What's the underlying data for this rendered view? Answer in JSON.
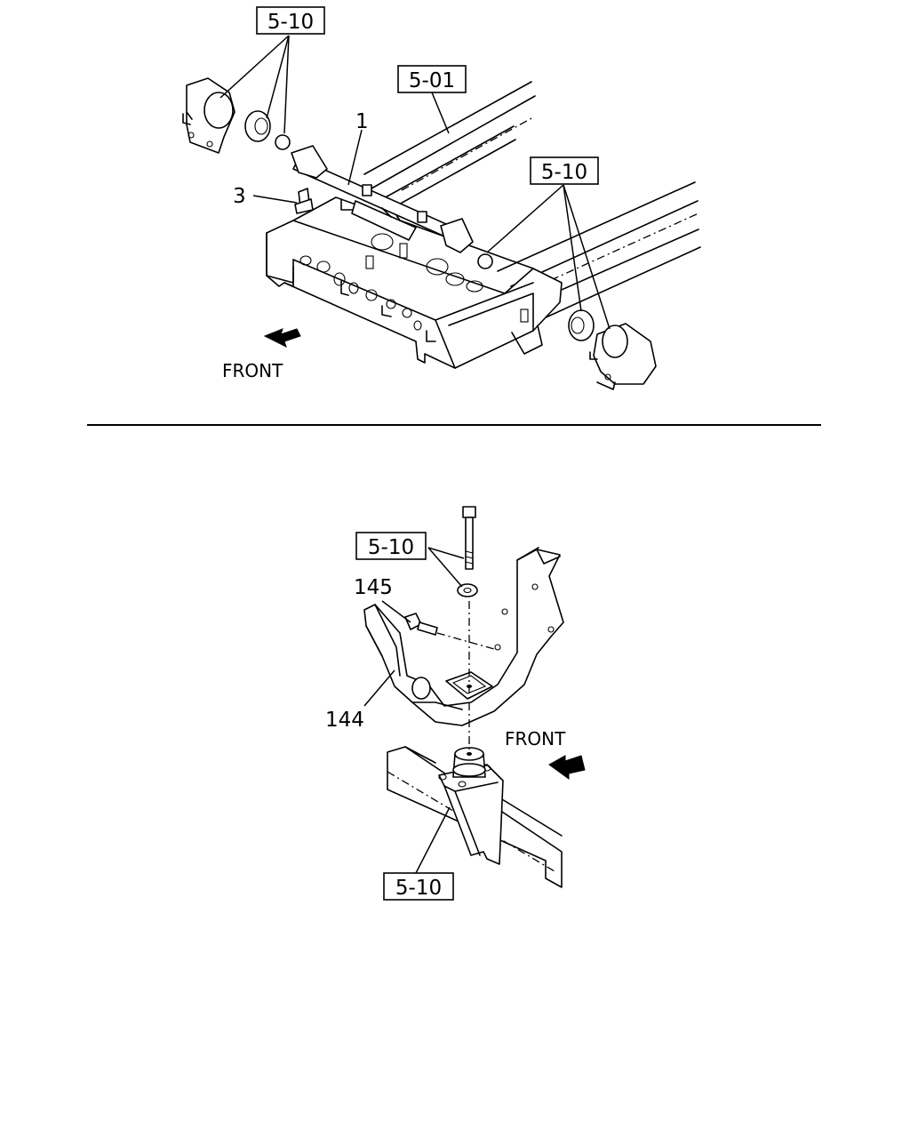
{
  "top_view": {
    "ref_a": "5-10",
    "ref_b": "5-01",
    "ref_c": "5-10",
    "part_1": "1",
    "part_3": "3",
    "front": "FRONT"
  },
  "bottom_view": {
    "ref_a": "5-10",
    "ref_b": "5-10",
    "part_145": "145",
    "part_144": "144",
    "front": "FRONT"
  }
}
